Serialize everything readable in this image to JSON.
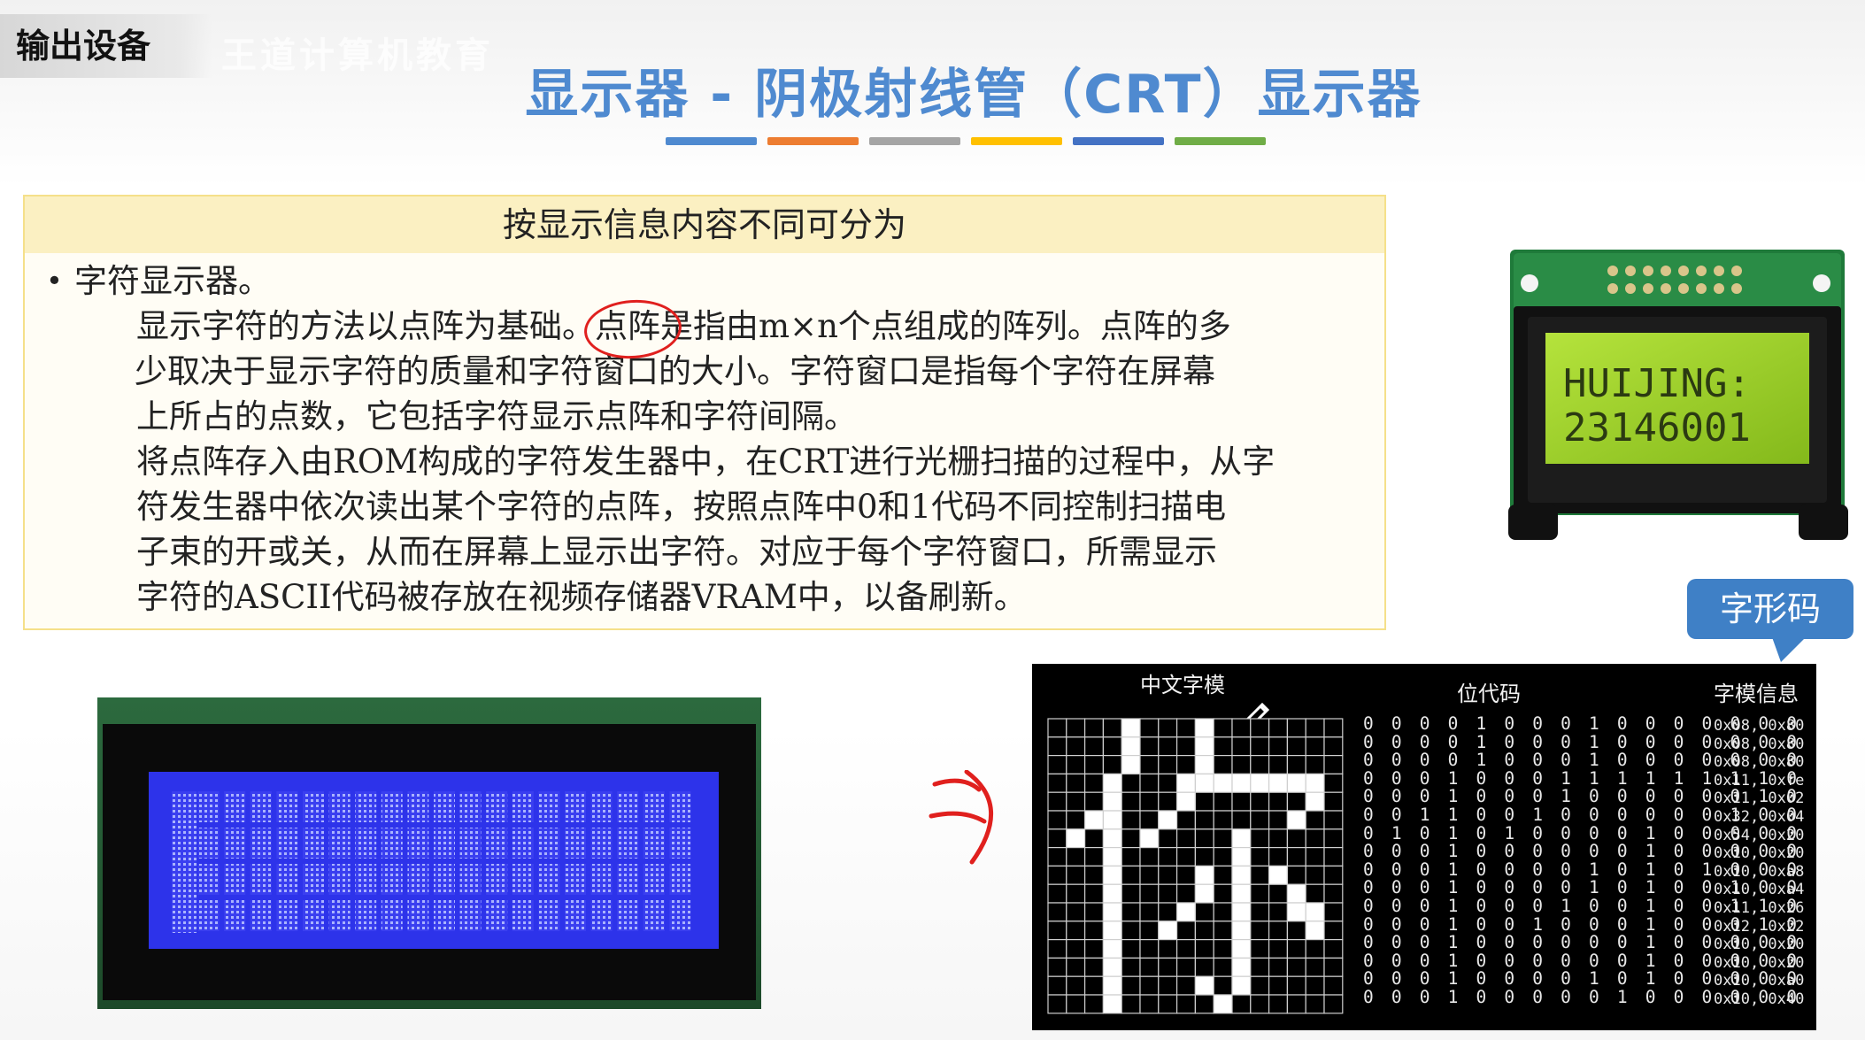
{
  "header": {
    "section_label": "输出设备",
    "watermark": "王道计算机教育",
    "title": "显示器 - 阴极射线管（CRT）显示器",
    "accent_bars": [
      "#4f8ad0",
      "#ed7d31",
      "#a5a5a5",
      "#ffc000",
      "#4472c4",
      "#70ad47"
    ]
  },
  "info_box": {
    "heading": "按显示信息内容不同可分为",
    "bullet": "字符显示器。",
    "para1": {
      "l1a": "显示字符的方法以点阵为基础。",
      "l1b": "点阵",
      "l1c": "是指由m×n个点组成的阵列。点阵的多",
      "l2": "少取决于显示字符的质量和字符窗口的大小。字符窗口是指每个字符在屏幕",
      "l3": "上所占的点数，它包括字符显示点阵和字符间隔。"
    },
    "para2": {
      "l1": "将点阵存入由ROM构成的字符发生器中，在CRT进行光栅扫描的过程中，从字",
      "l2": "符发生器中依次读出某个字符的点阵，按照点阵中0和1代码不同控制扫描电",
      "l3": "子束的开或关，从而在屏幕上显示出字符。对应于每个字符窗口，所需显示",
      "l4": "字符的ASCII代码被存放在视频存储器VRAM中，以备刷新。"
    }
  },
  "lcd_small": {
    "line1": "HUIJING:",
    "line2": "23146001"
  },
  "tag": "字形码",
  "font_panel": {
    "col1": "中文字模",
    "col2": "位代码",
    "col3": "字模信息",
    "bits": [
      "0000100010000000",
      "0000100010000000",
      "0000100010000000",
      "0001000111111110",
      "0001000100000010",
      "0011001000000100",
      "0101010000100000",
      "0001000000100000",
      "0001000010101000",
      "0001000010100100",
      "0001000100100110",
      "0001001000100010",
      "0001000000100000",
      "0001000000100000",
      "0001000010100000",
      "0001000001000000"
    ],
    "info": [
      "0x08, 0x80",
      "0x08, 0x80",
      "0x08, 0x80",
      "0x11, 0xfe",
      "0x11, 0x02",
      "0x32, 0x04",
      "0x54, 0x20",
      "0x10, 0x20",
      "0x10, 0xa8",
      "0x10, 0xa4",
      "0x11, 0x26",
      "0x12, 0x22",
      "0x10, 0x20",
      "0x10, 0x20",
      "0x10, 0xa0",
      "0x10, 0x40"
    ]
  }
}
